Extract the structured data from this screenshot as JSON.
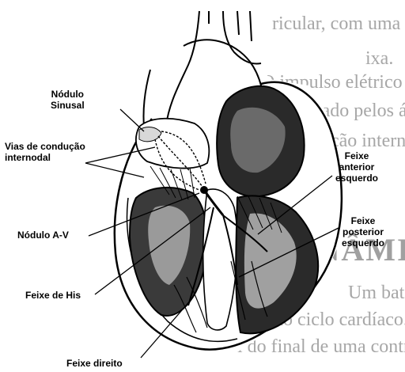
{
  "background_text": {
    "lines": [
      "ricular, com uma frequência mais",
      "ixa.",
      "O impulso elétrico do nódulo sinusal",
      "ropagado pelos átrios pelas vias de",
      "ondução internodal.",
      "Um batimento cardíaco",
      "amado ciclo cardíaco. O ciclo cardíaco",
      "i do final de uma contração cardíaca"
    ],
    "heading": "DINÂMICA"
  },
  "labels": {
    "nodulo_sinusal": "Nódulo\nSinusal",
    "vias_conducao": "Vias de condução\ninternodal",
    "nodulo_av": "Nódulo A-V",
    "feixe_his": "Feixe de His",
    "feixe_direito": "Feixe direito",
    "feixe_anterior": "Feixe\nanterior\nesquerdo",
    "feixe_posterior": "Feixe\nposterior\nesquerdo"
  }
}
